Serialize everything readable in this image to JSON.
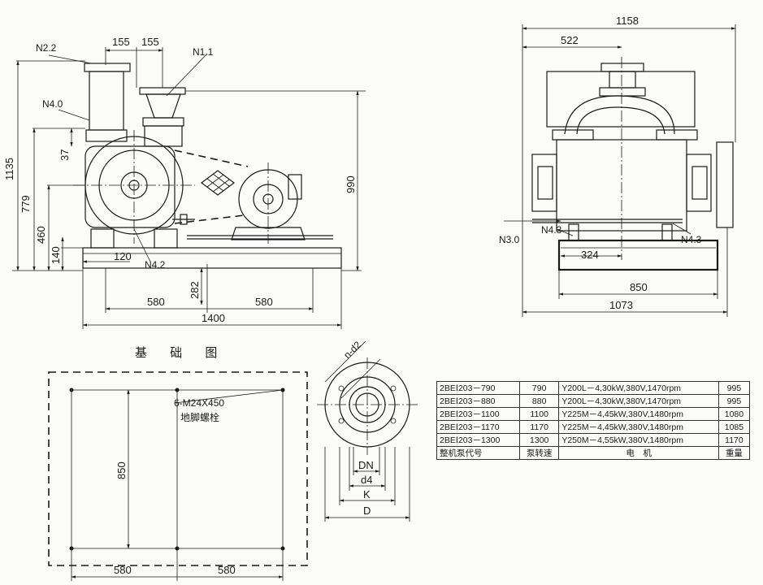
{
  "side_view": {
    "labels": {
      "n22": "N2.2",
      "n11": "N1.1",
      "n40": "N4.0",
      "n42": "N4.2"
    },
    "dims": {
      "d155a": "155",
      "d155b": "155",
      "d1135": "1135",
      "d779": "779",
      "d460": "460",
      "d140": "140",
      "d37": "37",
      "d120": "120",
      "d990": "990",
      "d282": "282",
      "d580a": "580",
      "d580b": "580",
      "d1400": "1400"
    }
  },
  "end_view": {
    "labels": {
      "n30": "N3.0",
      "n43a": "N4.3",
      "n43b": "N4.3"
    },
    "dims": {
      "d1158": "1158",
      "d522": "522",
      "d324": "324",
      "d850": "850",
      "d1073": "1073"
    }
  },
  "foundation": {
    "title": "基 础 图",
    "bolt_spec": "6-M24X450",
    "bolt_name": "地脚螺栓",
    "dims": {
      "d850": "850",
      "d580a": "580",
      "d580b": "580"
    }
  },
  "flange": {
    "dims": {
      "nd2": "n-d2",
      "dn": "DN",
      "d4": "d4",
      "k": "K",
      "d": "D"
    }
  },
  "spec_table": {
    "rows": [
      [
        "2BEⅠ203－790",
        "790",
        "Y200L－4,30kW,380V,1470rpm",
        "995"
      ],
      [
        "2BEⅠ203－880",
        "880",
        "Y200L－4,30kW,380V,1470rpm",
        "995"
      ],
      [
        "2BEⅠ203－1100",
        "1100",
        "Y225M－4,45kW,380V,1480rpm",
        "1080"
      ],
      [
        "2BEⅠ203－1170",
        "1170",
        "Y225M－4,45kW,380V,1480rpm",
        "1085"
      ],
      [
        "2BEⅠ203－1300",
        "1300",
        "Y250M－4,55kW,380V,1480rpm",
        "1170"
      ]
    ],
    "header": [
      "整机泵代号",
      "泵转速",
      "电　机",
      "重量"
    ]
  }
}
